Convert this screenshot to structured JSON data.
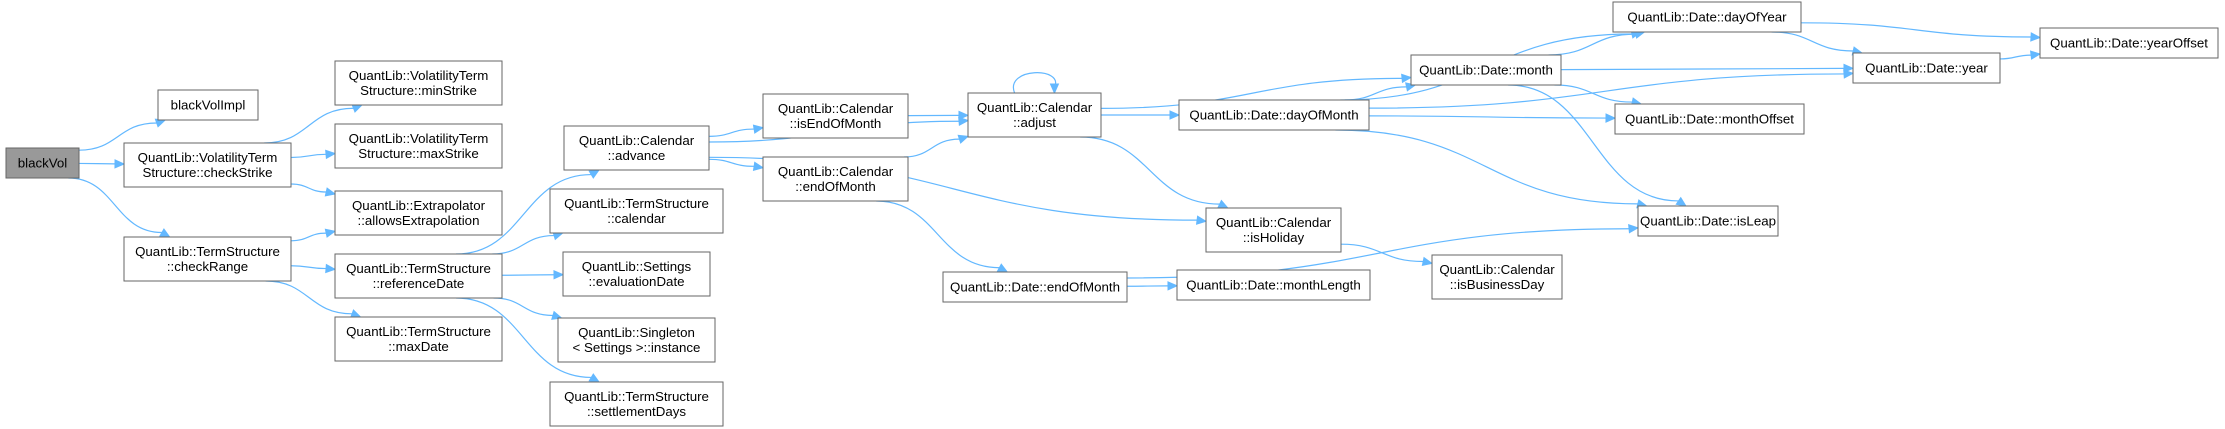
{
  "colors": {
    "edge": "#63b8ff",
    "node_border": "#666666",
    "root_fill": "#999999",
    "node_fill": "#ffffff"
  },
  "nodes": [
    {
      "id": "blackVol",
      "lines": [
        "blackVol"
      ],
      "root": true
    },
    {
      "id": "blackVolImpl",
      "lines": [
        "blackVolImpl"
      ]
    },
    {
      "id": "vts_checkStrike",
      "lines": [
        "QuantLib::VolatilityTerm",
        "Structure::checkStrike"
      ]
    },
    {
      "id": "ts_checkRange",
      "lines": [
        "QuantLib::TermStructure",
        "::checkRange"
      ]
    },
    {
      "id": "vts_minStrike",
      "lines": [
        "QuantLib::VolatilityTerm",
        "Structure::minStrike"
      ]
    },
    {
      "id": "vts_maxStrike",
      "lines": [
        "QuantLib::VolatilityTerm",
        "Structure::maxStrike"
      ]
    },
    {
      "id": "extrap",
      "lines": [
        "QuantLib::Extrapolator",
        "::allowsExtrapolation"
      ]
    },
    {
      "id": "ts_refDate",
      "lines": [
        "QuantLib::TermStructure",
        "::referenceDate"
      ]
    },
    {
      "id": "ts_maxDate",
      "lines": [
        "QuantLib::TermStructure",
        "::maxDate"
      ]
    },
    {
      "id": "cal_advance",
      "lines": [
        "QuantLib::Calendar",
        "::advance"
      ]
    },
    {
      "id": "ts_calendar",
      "lines": [
        "QuantLib::TermStructure",
        "::calendar"
      ]
    },
    {
      "id": "settings_eval",
      "lines": [
        "QuantLib::Settings",
        "::evaluationDate"
      ]
    },
    {
      "id": "singleton",
      "lines": [
        "QuantLib::Singleton",
        "< Settings >::instance"
      ]
    },
    {
      "id": "ts_settle",
      "lines": [
        "QuantLib::TermStructure",
        "::settlementDays"
      ]
    },
    {
      "id": "cal_isEOM",
      "lines": [
        "QuantLib::Calendar",
        "::isEndOfMonth"
      ]
    },
    {
      "id": "cal_EOM",
      "lines": [
        "QuantLib::Calendar",
        "::endOfMonth"
      ]
    },
    {
      "id": "cal_adjust",
      "lines": [
        "QuantLib::Calendar",
        "::adjust"
      ]
    },
    {
      "id": "date_EOM",
      "lines": [
        "QuantLib::Date::endOfMonth"
      ]
    },
    {
      "id": "date_dom",
      "lines": [
        "QuantLib::Date::dayOfMonth"
      ]
    },
    {
      "id": "cal_isHoliday",
      "lines": [
        "QuantLib::Calendar",
        "::isHoliday"
      ]
    },
    {
      "id": "date_monthLength",
      "lines": [
        "QuantLib::Date::monthLength"
      ]
    },
    {
      "id": "date_month",
      "lines": [
        "QuantLib::Date::month"
      ]
    },
    {
      "id": "cal_isBiz",
      "lines": [
        "QuantLib::Calendar",
        "::isBusinessDay"
      ]
    },
    {
      "id": "date_doy",
      "lines": [
        "QuantLib::Date::dayOfYear"
      ]
    },
    {
      "id": "date_monthOffset",
      "lines": [
        "QuantLib::Date::monthOffset"
      ]
    },
    {
      "id": "date_isLeap",
      "lines": [
        "QuantLib::Date::isLeap"
      ]
    },
    {
      "id": "date_year",
      "lines": [
        "QuantLib::Date::year"
      ]
    },
    {
      "id": "date_yearOffset",
      "lines": [
        "QuantLib::Date::yearOffset"
      ]
    }
  ],
  "edges": [
    [
      "blackVol",
      "blackVolImpl"
    ],
    [
      "blackVol",
      "vts_checkStrike"
    ],
    [
      "blackVol",
      "ts_checkRange"
    ],
    [
      "vts_checkStrike",
      "vts_minStrike"
    ],
    [
      "vts_checkStrike",
      "vts_maxStrike"
    ],
    [
      "vts_checkStrike",
      "extrap"
    ],
    [
      "ts_checkRange",
      "extrap"
    ],
    [
      "ts_checkRange",
      "ts_refDate"
    ],
    [
      "ts_checkRange",
      "ts_maxDate"
    ],
    [
      "ts_refDate",
      "cal_advance"
    ],
    [
      "ts_refDate",
      "ts_calendar"
    ],
    [
      "ts_refDate",
      "settings_eval"
    ],
    [
      "ts_refDate",
      "singleton"
    ],
    [
      "ts_refDate",
      "ts_settle"
    ],
    [
      "cal_advance",
      "cal_adjust"
    ],
    [
      "cal_advance",
      "cal_isEOM"
    ],
    [
      "cal_advance",
      "cal_EOM"
    ],
    [
      "cal_advance",
      "cal_isHoliday"
    ],
    [
      "cal_isEOM",
      "cal_adjust"
    ],
    [
      "cal_EOM",
      "cal_adjust"
    ],
    [
      "cal_EOM",
      "date_EOM"
    ],
    [
      "cal_adjust",
      "cal_adjust"
    ],
    [
      "cal_adjust",
      "date_dom"
    ],
    [
      "cal_adjust",
      "date_month"
    ],
    [
      "cal_adjust",
      "cal_isHoliday"
    ],
    [
      "date_EOM",
      "date_monthLength"
    ],
    [
      "date_EOM",
      "date_isLeap"
    ],
    [
      "date_dom",
      "date_month"
    ],
    [
      "date_dom",
      "date_doy"
    ],
    [
      "date_dom",
      "date_year"
    ],
    [
      "date_dom",
      "date_monthOffset"
    ],
    [
      "date_dom",
      "date_isLeap"
    ],
    [
      "cal_isHoliday",
      "cal_isBiz"
    ],
    [
      "date_month",
      "date_doy"
    ],
    [
      "date_month",
      "date_year"
    ],
    [
      "date_month",
      "date_monthOffset"
    ],
    [
      "date_month",
      "date_isLeap"
    ],
    [
      "date_doy",
      "date_year"
    ],
    [
      "date_doy",
      "date_yearOffset"
    ],
    [
      "date_year",
      "date_yearOffset"
    ]
  ]
}
